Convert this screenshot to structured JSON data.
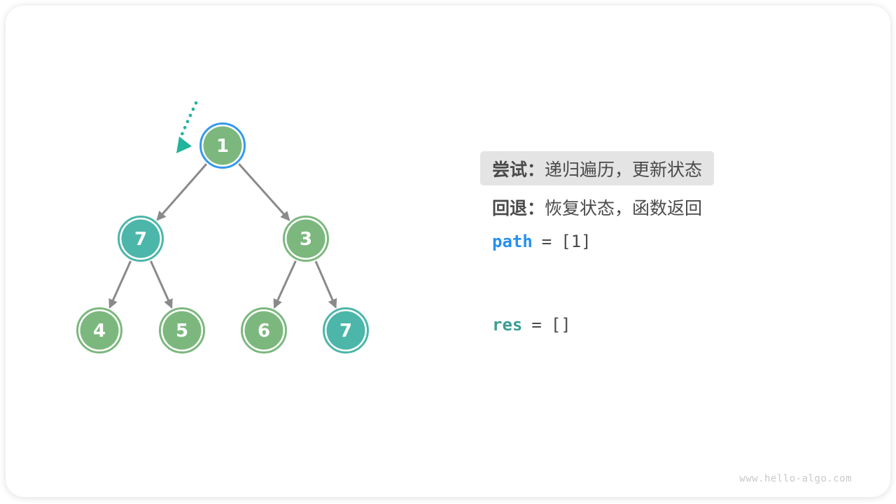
{
  "page": {
    "watermark": "www.hello-algo.com"
  },
  "colors": {
    "node_green": "#7CB87E",
    "node_teal": "#4CB6AA",
    "current_ring_blue": "#3399EE",
    "node_text": "#FFFFFF",
    "edge_gray": "#8A8A8A",
    "pointer_teal": "#21B39B",
    "text_dark": "#4A4A4A",
    "highlight_bg": "#E4E4E4",
    "path_blue": "#2590F2",
    "res_teal": "#3A9E92",
    "watermark_gray": "#C9C9C9"
  },
  "annotations": {
    "try_label": "尝试：",
    "try_text": "递归遍历，更新状态",
    "back_label": "回退：",
    "back_text": "恢复状态，函数返回",
    "path": {
      "name": "path",
      "eq": "=",
      "value": "[1]"
    },
    "res": {
      "name": "res",
      "eq": "=",
      "value": "[]"
    }
  },
  "tree": {
    "nodes": [
      {
        "id": "n1",
        "value": "1",
        "fill": "green",
        "ring": "blue"
      },
      {
        "id": "n7l",
        "value": "7",
        "fill": "teal",
        "ring": "teal"
      },
      {
        "id": "n3",
        "value": "3",
        "fill": "green",
        "ring": "green"
      },
      {
        "id": "n4",
        "value": "4",
        "fill": "green",
        "ring": "green"
      },
      {
        "id": "n5",
        "value": "5",
        "fill": "green",
        "ring": "green"
      },
      {
        "id": "n6",
        "value": "6",
        "fill": "green",
        "ring": "green"
      },
      {
        "id": "n7r",
        "value": "7",
        "fill": "teal",
        "ring": "teal"
      }
    ],
    "edges": [
      {
        "from": "n1",
        "to": "n7l"
      },
      {
        "from": "n1",
        "to": "n3"
      },
      {
        "from": "n7l",
        "to": "n4"
      },
      {
        "from": "n7l",
        "to": "n5"
      },
      {
        "from": "n3",
        "to": "n6"
      },
      {
        "from": "n3",
        "to": "n7r"
      }
    ],
    "current_node": "n1"
  }
}
